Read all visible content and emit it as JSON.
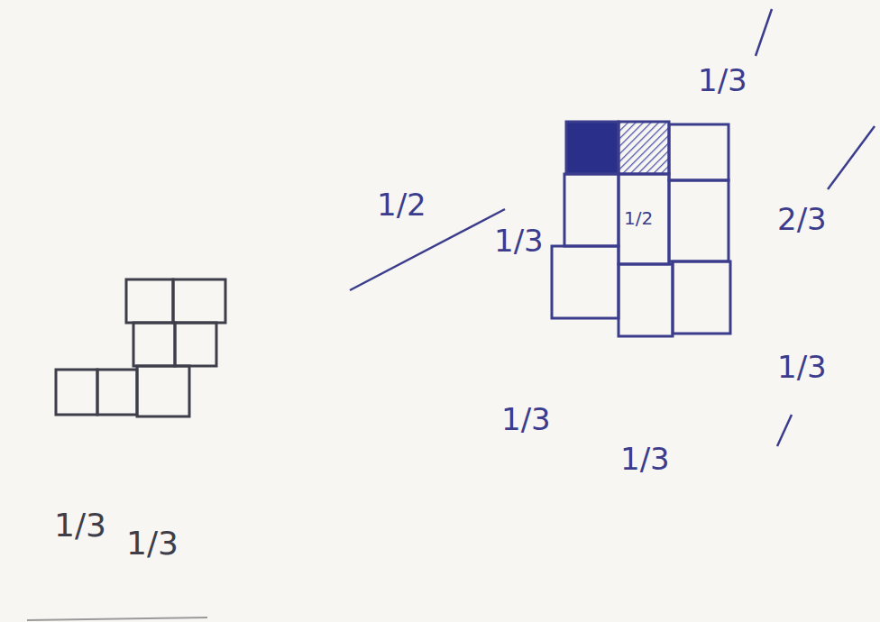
{
  "diagram": {
    "labels": [
      "1/3",
      "1/3",
      "1/3",
      "1/2",
      "1/3",
      "1/2",
      "2/3",
      "1/3",
      "1/3",
      "1/3"
    ]
  }
}
